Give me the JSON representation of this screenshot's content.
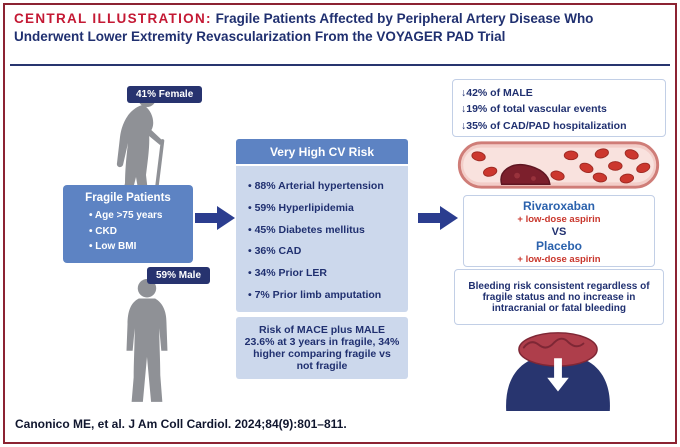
{
  "header": {
    "label": "CENTRAL ILLUSTRATION:",
    "title": "Fragile Patients Affected by Peripheral Artery Disease Who Underwent Lower Extremity Revascularization From the VOYAGER PAD Trial"
  },
  "population": {
    "female_badge": "41% Female",
    "male_badge": "59% Male",
    "fragile_box": {
      "title": "Fragile Patients",
      "items": [
        "Age >75 years",
        "CKD",
        "Low BMI"
      ]
    }
  },
  "risk": {
    "header": "Very High CV Risk",
    "items": [
      "88% Arterial hypertension",
      "59% Hyperlipidemia",
      "45% Diabetes mellitus",
      "36% CAD",
      "34% Prior LER",
      "7% Prior limb amputation"
    ],
    "mace_note": "Risk of MACE plus MALE 23.6% at 3 years in fragile, 34% higher comparing fragile vs not fragile"
  },
  "outcomes": {
    "items": [
      "↓42% of MALE",
      "↓19% of total vascular events",
      "↓35% of CAD/PAD hospitalization"
    ]
  },
  "treatment": {
    "drug1": "Rivaroxaban",
    "drug1_sub": "+ low-dose aspirin",
    "vs": "VS",
    "drug2": "Placebo",
    "drug2_sub": "+ low-dose aspirin"
  },
  "bleeding_note": "Bleeding risk consistent regardless of fragile status and no increase in intracranial or fatal bleeding",
  "footer": {
    "citation": "Canonico ME, et al. J Am Coll Cardiol. 2024;84(9):801–811."
  },
  "colors": {
    "border_maroon": "#8c2332",
    "title_red": "#c41934",
    "navy": "#203070",
    "panel_blue": "#5d83c3",
    "panel_light_blue": "#ccd8ec",
    "badge_navy": "#27336f",
    "drug_blue": "#2b62ad",
    "aspirin_red": "#c9362c",
    "silhouette_gray": "#8f9196"
  }
}
